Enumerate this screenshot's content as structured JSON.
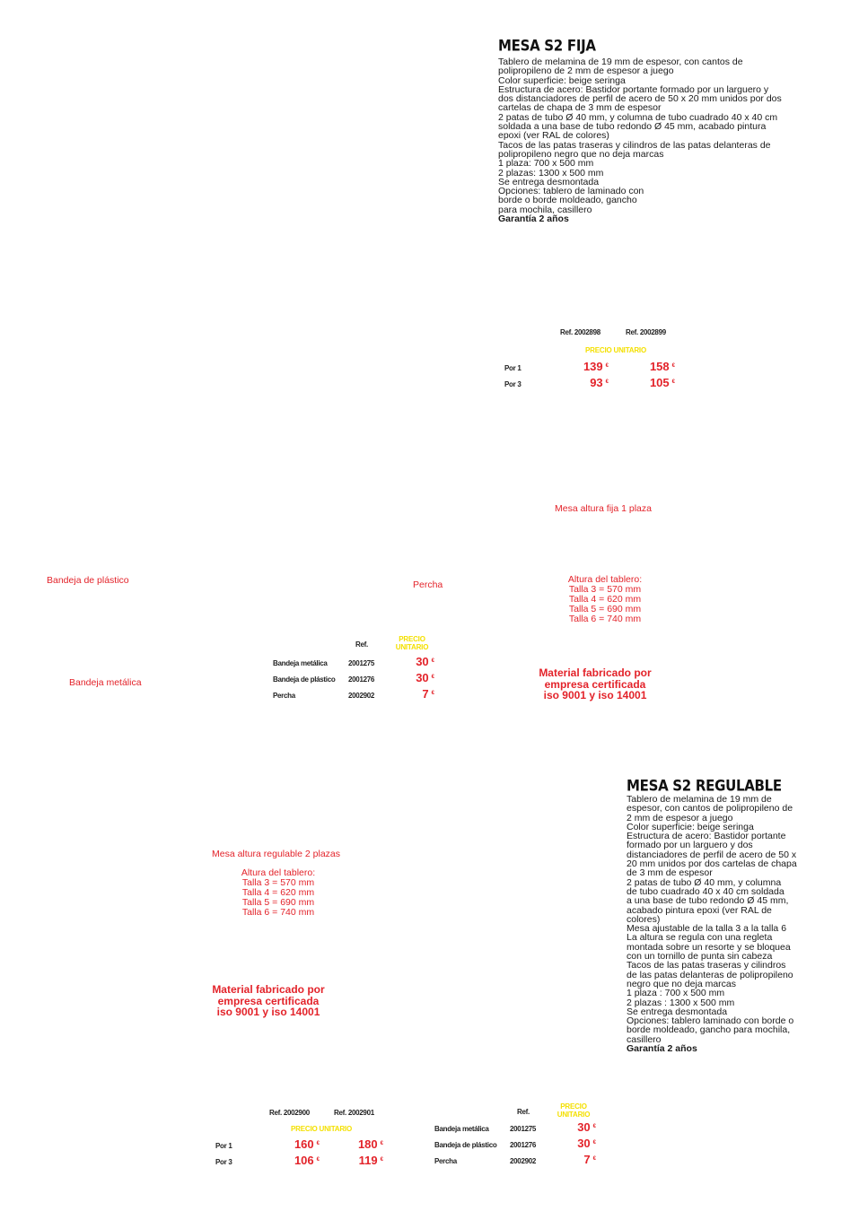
{
  "fija": {
    "title": "MESA S2 FIJA",
    "lines": [
      "Tablero de melamina de 19 mm de espesor, con cantos de",
      "polipropileno de 2 mm de espesor a juego",
      "Color superficie: beige seringa",
      "Estructura de acero: Bastidor portante formado por un larguero y",
      "dos distanciadores de perfil de acero de 50 x 20 mm unidos por dos",
      "cartelas de chapa de 3 mm de espesor",
      "2 patas de tubo Ø 40 mm, y columna de tubo cuadrado 40 x 40 cm",
      "soldada a una base de tubo redondo Ø 45 mm, acabado pintura",
      "epoxi (ver RAL de colores)",
      "Tacos de las patas traseras y cilindros de las patas delanteras de",
      "polipropileno negro que no deja marcas",
      "1 plaza: 700 x 500 mm",
      "2 plazas: 1300 x 500 mm",
      "Se entrega desmontada",
      "Opciones: tablero de laminado con",
      "borde o borde moldeado, gancho",
      "para mochila, casillero"
    ],
    "guarantee": "Garantía 2 años",
    "prices": {
      "ref1": "Ref. 2002898",
      "ref2": "Ref. 2002899",
      "header": "PRECIO UNITARIO",
      "row1_label": "Por 1",
      "row1_v1": "139",
      "row1_v2": "158",
      "row2_label": "Por 3",
      "row2_v1": "93",
      "row2_v2": "105",
      "currency": "€"
    },
    "caption": "Mesa altura fija 1 plaza",
    "height_info": [
      "Altura del tablero:",
      "Talla 3 = 570 mm",
      "Talla 4 = 620 mm",
      "Talla 5 = 690 mm",
      "Talla 6 = 740 mm"
    ],
    "cert": [
      "Material fabricado por",
      "empresa certificada",
      "iso 9001 y iso 14001"
    ]
  },
  "accessories_top": {
    "label_plastico": "Bandeja de plástico",
    "label_percha": "Percha",
    "label_metalica": "Bandeja metálica",
    "table": {
      "ref_header": "Ref.",
      "price_header": [
        "PRECIO",
        "UNITARIO"
      ],
      "rows": [
        {
          "name": "Bandeja metálica",
          "ref": "2001275",
          "price": "30"
        },
        {
          "name": "Bandeja de plástico",
          "ref": "2001276",
          "price": "30"
        },
        {
          "name": "Percha",
          "ref": "2002902",
          "price": "7"
        }
      ],
      "currency": "€"
    }
  },
  "regulable": {
    "title": "MESA S2 REGULABLE",
    "lines": [
      "Tablero de melamina de 19 mm de",
      "espesor, con cantos de polipropileno de",
      "2 mm de espesor a juego",
      "Color superficie: beige seringa",
      "Estructura de acero: Bastidor portante",
      "formado por un larguero y dos",
      "distanciadores de perfil de acero de 50 x",
      "20 mm unidos por dos cartelas de chapa",
      "de 3 mm de espesor",
      "2 patas de tubo Ø 40 mm, y columna",
      "de tubo cuadrado 40 x 40 cm soldada",
      "a una base de tubo redondo Ø 45 mm,",
      "acabado pintura epoxi (ver RAL de",
      "colores)",
      "Mesa ajustable de la talla 3 a la talla 6",
      "La altura se regula con una regleta",
      "montada sobre un resorte y se bloquea",
      "con un tornillo de punta sin cabeza",
      "Tacos de las patas traseras y cilindros",
      "de las patas delanteras de polipropileno",
      "negro que no deja marcas",
      "1 plaza : 700 x 500 mm",
      "2 plazas : 1300 x 500 mm",
      "Se entrega desmontada",
      "Opciones: tablero laminado con borde o",
      "borde moldeado, gancho para mochila,",
      "casillero"
    ],
    "guarantee": "Garantía 2 años",
    "caption": "Mesa altura regulable 2 plazas",
    "height_info": [
      "Altura del tablero:",
      "Talla 3 = 570 mm",
      "Talla 4 = 620 mm",
      "Talla 5 = 690 mm",
      "Talla 6 = 740 mm"
    ],
    "cert": [
      "Material fabricado por",
      "empresa certificada",
      "iso 9001 y iso 14001"
    ],
    "prices": {
      "ref1": "Ref. 2002900",
      "ref2": "Ref. 2002901",
      "header": "PRECIO UNITARIO",
      "row1_label": "Por 1",
      "row1_v1": "160",
      "row1_v2": "180",
      "row2_label": "Por 3",
      "row2_v1": "106",
      "row2_v2": "119",
      "currency": "€"
    }
  },
  "accessories_bottom": {
    "table": {
      "ref_header": "Ref.",
      "price_header": [
        "PRECIO",
        "UNITARIO"
      ],
      "rows": [
        {
          "name": "Bandeja metálica",
          "ref": "2001275",
          "price": "30"
        },
        {
          "name": "Bandeja de plástico",
          "ref": "2001276",
          "price": "30"
        },
        {
          "name": "Percha",
          "ref": "2002902",
          "price": "7"
        }
      ],
      "currency": "€"
    }
  }
}
